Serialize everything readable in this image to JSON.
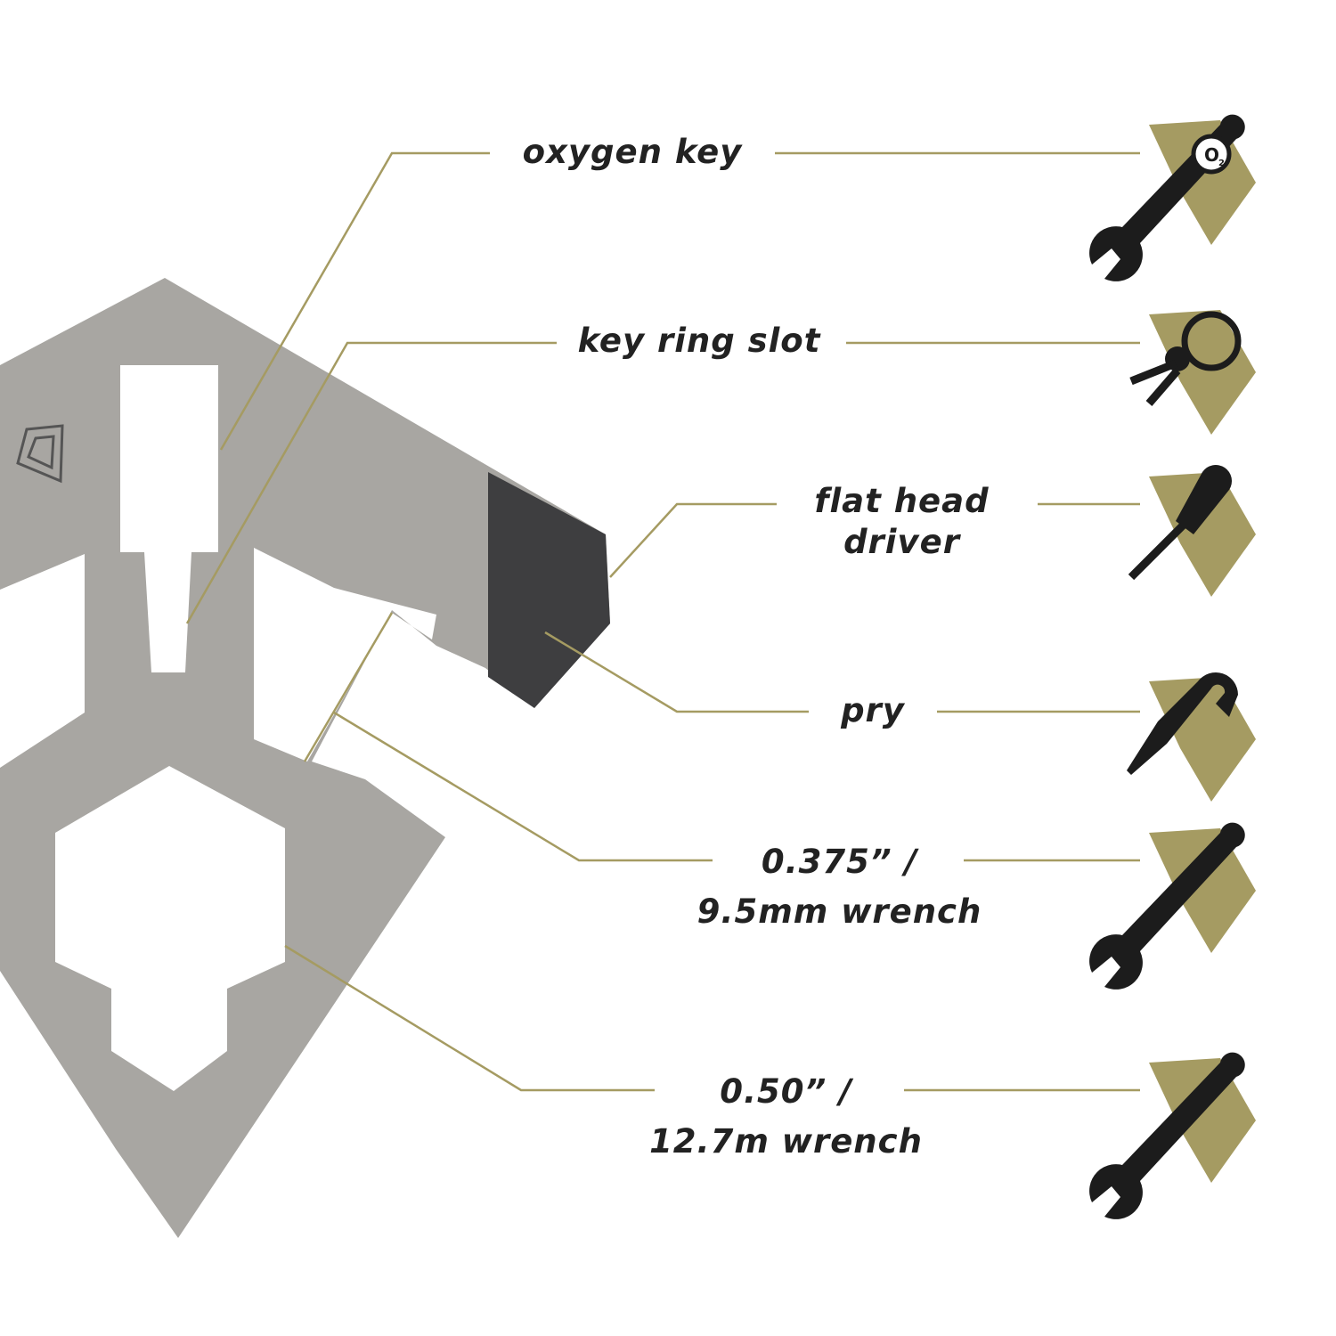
{
  "colors": {
    "accent": "#a59b62",
    "steel": "#a8a6a2",
    "blade": "#3e3e40",
    "icon": "#1c1c1c"
  },
  "features": [
    {
      "label": "oxygen key",
      "icon": "oxygen-wrench-icon"
    },
    {
      "label": "key ring slot",
      "icon": "key-ring-icon"
    },
    {
      "label_line1": "flat head",
      "label_line2": "driver",
      "icon": "screwdriver-icon"
    },
    {
      "label": "pry",
      "icon": "pry-bar-icon"
    },
    {
      "label_line1": "0.375” /",
      "label_line2": "9.5mm wrench",
      "icon": "wrench-icon"
    },
    {
      "label_line1": "0.50” /",
      "label_line2": "12.7m wrench",
      "icon": "wrench-icon"
    }
  ]
}
